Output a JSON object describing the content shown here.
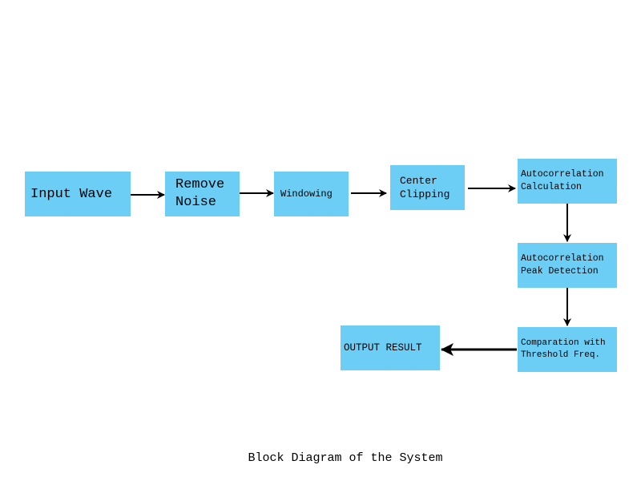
{
  "blocks": {
    "input_wave": "Input Wave",
    "remove_noise": "Remove\nNoise",
    "windowing": "Windowing",
    "center_clipping": "Center\nClipping",
    "autocorrelation_calculation": "Autocorrelation\nCalculation",
    "autocorrelation_peak_detection": "Autocorrelation\nPeak Detection",
    "comparation_threshold": "Comparation with\nThreshold Freq.",
    "output_result": "OUTPUT RESULT"
  },
  "caption": "Block Diagram of the System",
  "colors": {
    "block_fill": "#6dcef5",
    "arrow": "#000000",
    "background": "#ffffff"
  }
}
